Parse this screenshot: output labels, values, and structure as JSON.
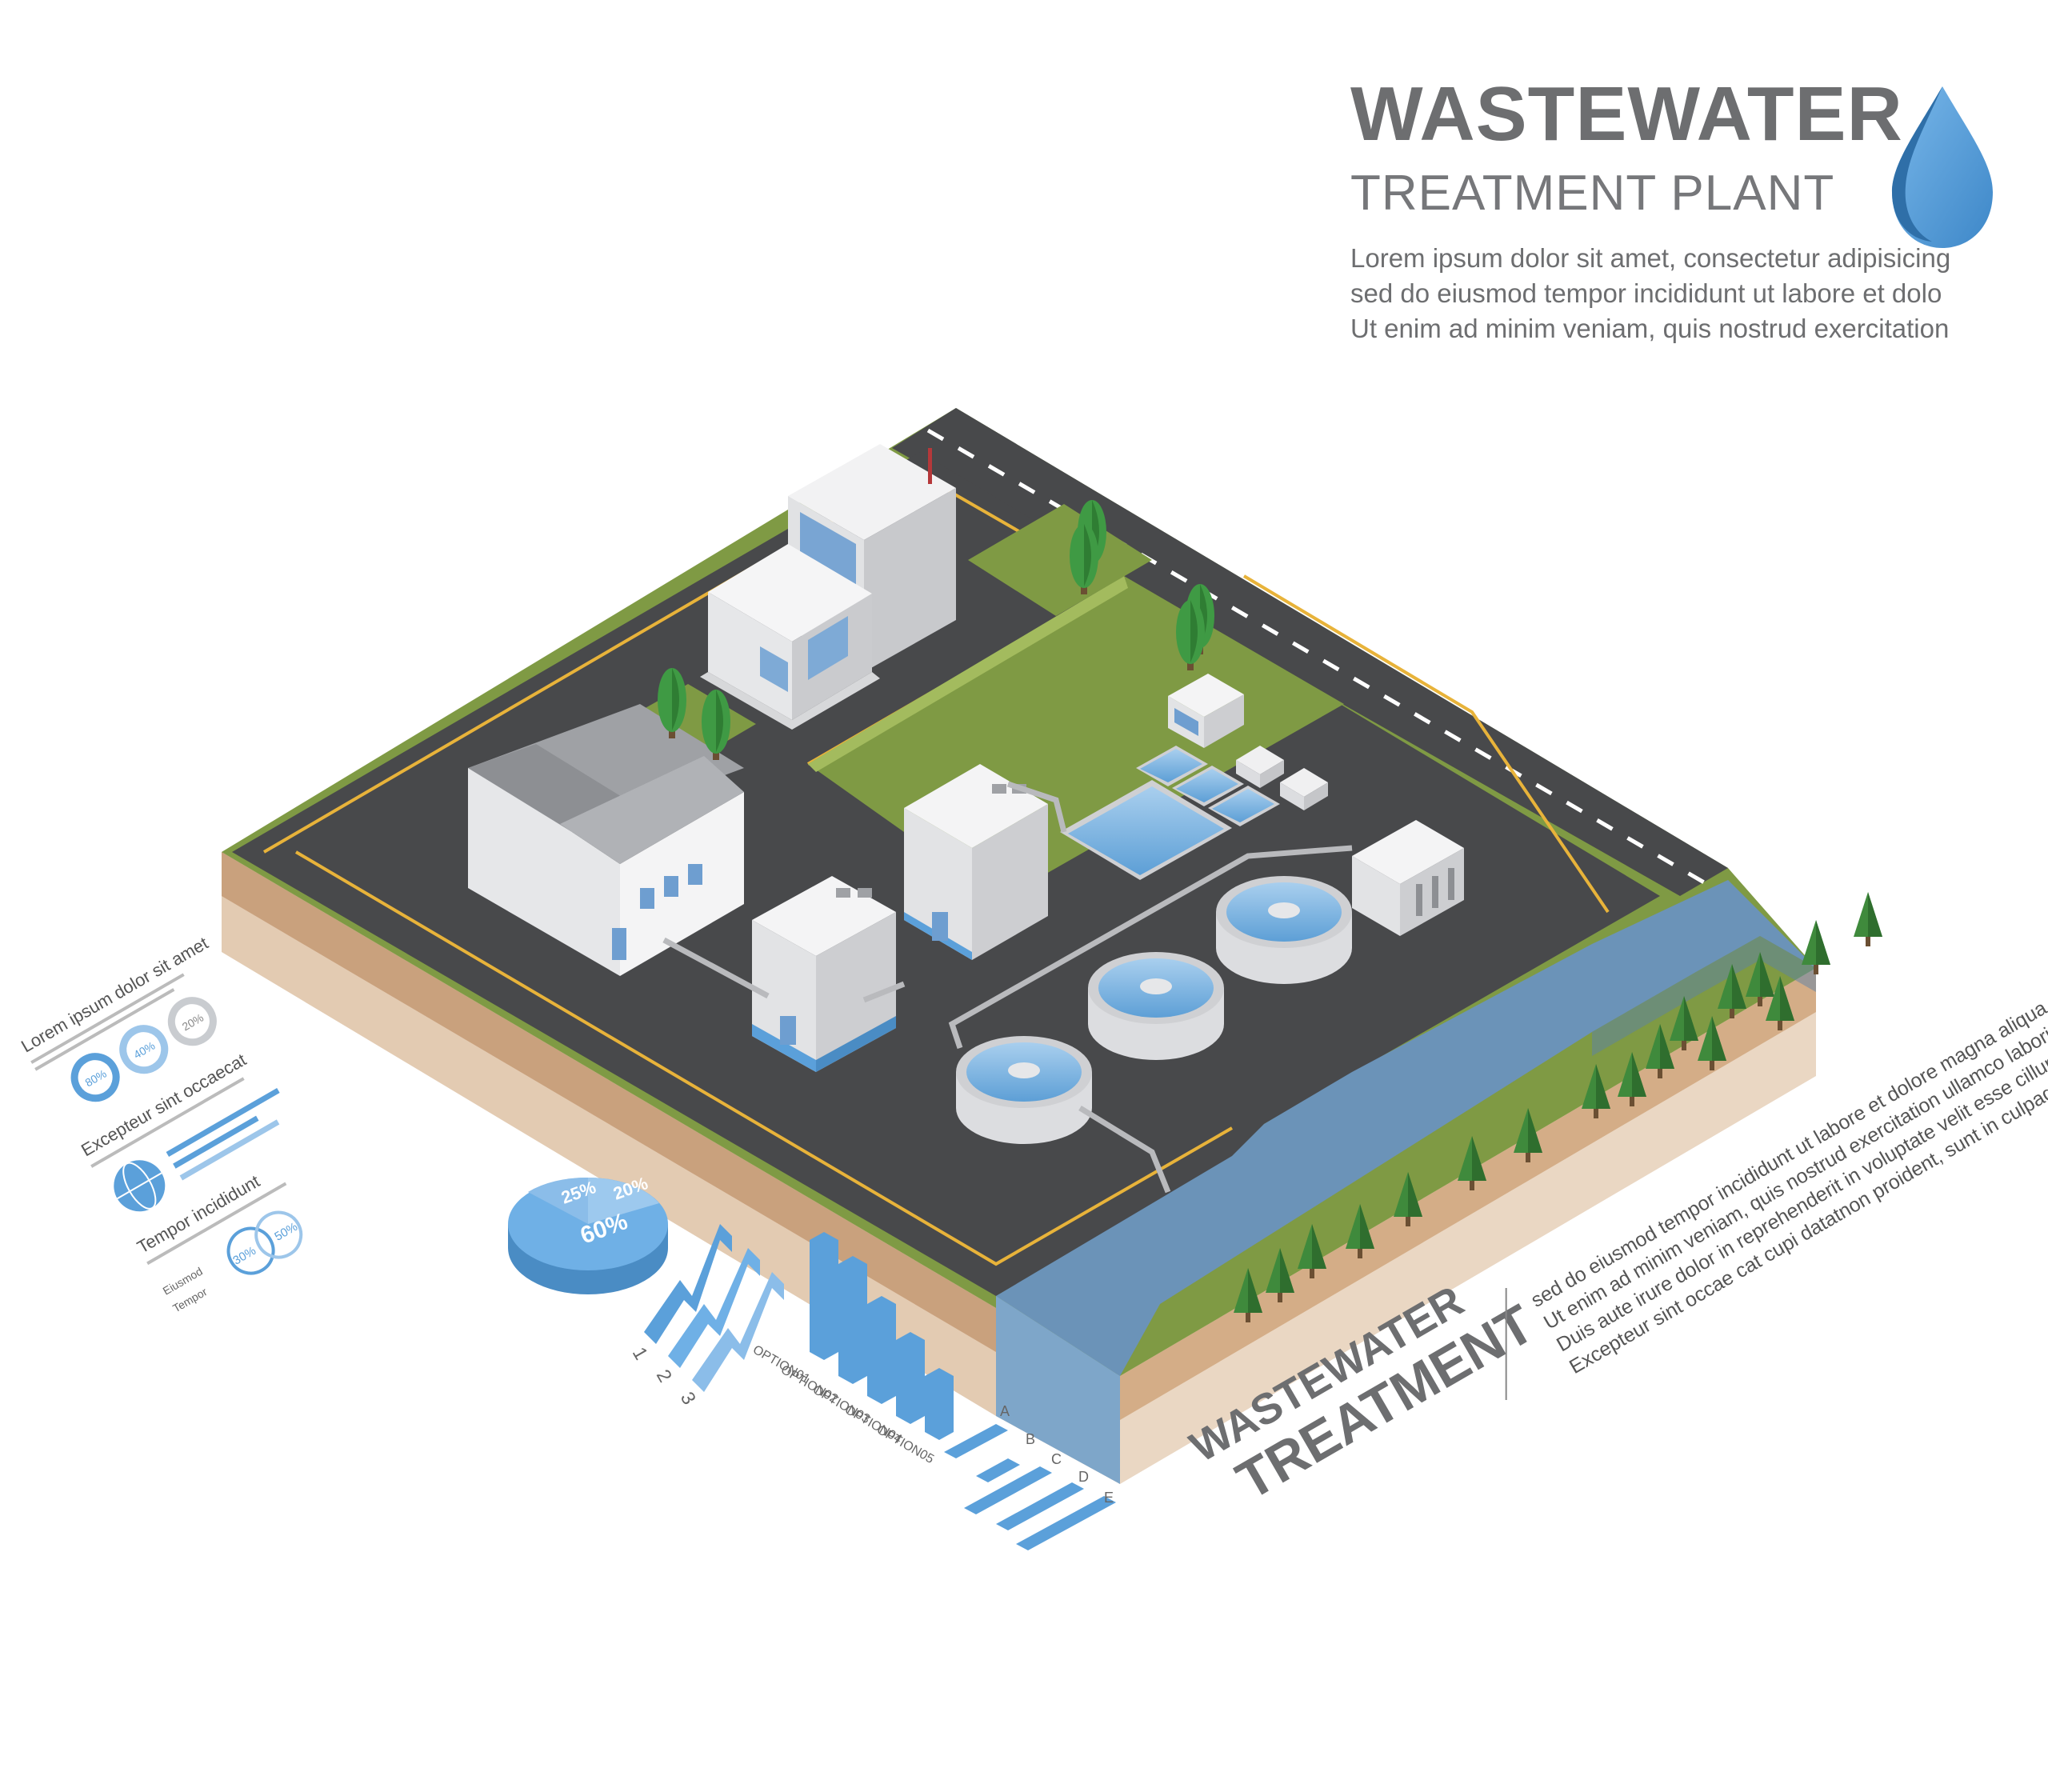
{
  "header": {
    "title": "WASTEWATER",
    "subtitle": "TREATMENT PLANT",
    "description": [
      "Lorem ipsum dolor sit amet, consectetur adipisicing",
      "sed do eiusmod tempor incididunt ut labore et dolo",
      "Ut enim ad minim veniam, quis nostrud exercitation"
    ]
  },
  "footer_title": {
    "line1": "WASTEWATER",
    "line2": "TREATMENT"
  },
  "footer_text": [
    "sed do eiusmod tempor incididunt ut labore et dolore magna aliqua",
    "Ut enim ad minim veniam, quis nostrud exercitation ullamco laboris",
    "Duis aute irure dolor in reprehenderit in voluptate velit esse cillum",
    "Excepteur sint occae  cat cupi  datatnon proident, sunt in culpaqui"
  ],
  "side_panel": {
    "block1_title": "Lorem ipsum dolor sit amet",
    "block2_title": "Excepteur sint occaecat",
    "block3_title": "Tempor incididunt",
    "donuts": [
      "80%",
      "40%",
      "20%"
    ],
    "venn": [
      "30%",
      "50%"
    ],
    "venn_labels": [
      "Eiusmod",
      "Tempor"
    ]
  },
  "pie": {
    "slices": [
      "25%",
      "20%",
      "60%"
    ]
  },
  "wave_labels": [
    "1",
    "2",
    "3"
  ],
  "options": [
    "OPTION01",
    "OPTION02",
    "OPTION03",
    "OPTION04",
    "OPTION05"
  ],
  "letters": [
    "A",
    "B",
    "C",
    "D",
    "E"
  ],
  "colors": {
    "grass": "#7f9a44",
    "asphalt": "#48494b",
    "road_line": "#e8b33a",
    "water": "#6b93b8",
    "soil": "#c9a17d",
    "soil_light": "#e3cbb2",
    "accent_blue": "#5ba0da",
    "title_gray": "#6d6e70"
  }
}
